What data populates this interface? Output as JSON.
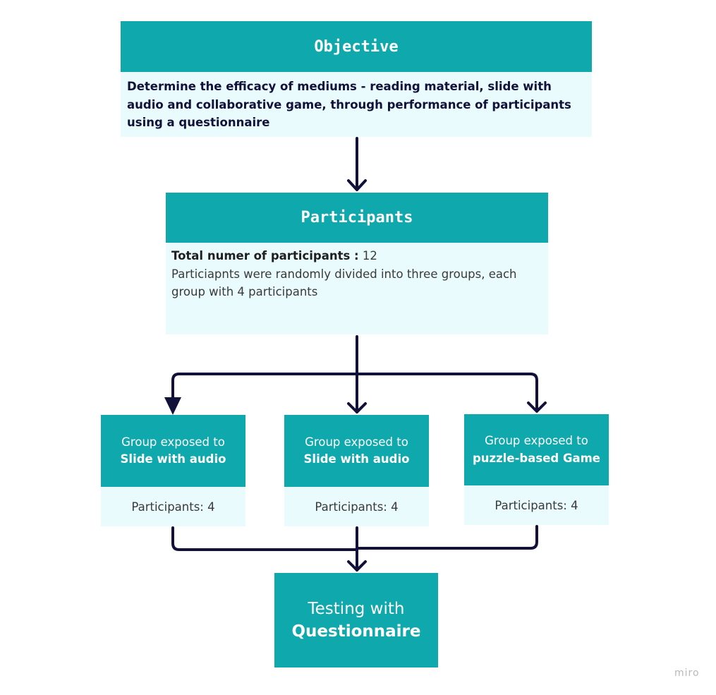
{
  "objective": {
    "title": "Objective",
    "body": "Determine the efficacy of mediums - reading material, slide with audio and collaborative game, through performance of participants using a questionnaire"
  },
  "participants": {
    "title": "Participants",
    "total_label": "Total numer of participants :",
    "total_value": "12",
    "description": "Particiapnts were randomly divided into three groups, each group with 4 participants"
  },
  "groups": [
    {
      "line1": "Group exposed to",
      "line2": "Slide with audio",
      "participants": "Participants: 4"
    },
    {
      "line1": "Group exposed to",
      "line2": "Slide with audio",
      "participants": "Participants: 4"
    },
    {
      "line1": "Group exposed to",
      "line2": "puzzle-based Game",
      "participants": "Participants: 4"
    }
  ],
  "testing": {
    "line1": "Testing with",
    "line2": "Questionnaire"
  },
  "watermark": "miro",
  "colors": {
    "header_fill": "#0ea8ad",
    "body_fill": "#e9fbfd",
    "connector": "#11113a"
  }
}
